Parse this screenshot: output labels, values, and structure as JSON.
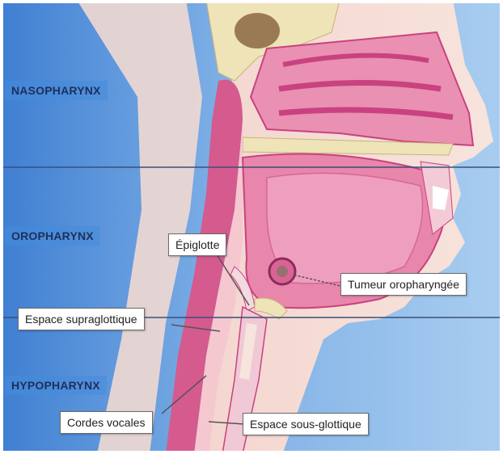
{
  "regions": {
    "nasopharynx": "NASOPHARYNX",
    "oropharynx": "OROPHARYNX",
    "hypopharynx": "HYPOPHARYNX"
  },
  "callouts": {
    "epiglotte": "Épiglotte",
    "tumeur": "Tumeur oropharyngée",
    "supraglottique": "Espace supraglottique",
    "cordes": "Cordes vocales",
    "sous_glottique": "Espace sous-glottique"
  },
  "colors": {
    "sky": "#4f8fdb",
    "flesh_light": "#f5c7cf",
    "flesh_pink": "#e27ea6",
    "flesh_deep": "#c9427f",
    "bone": "#efe3b8"
  }
}
